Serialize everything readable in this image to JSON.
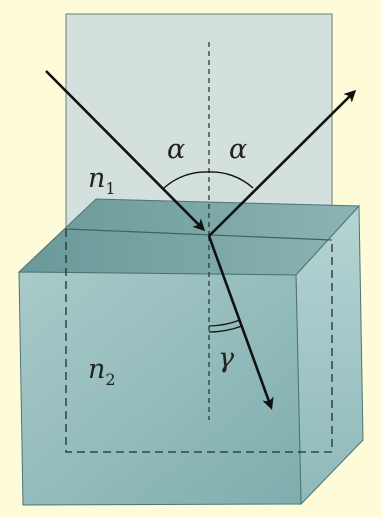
{
  "labels": {
    "medium1_symbol": "n",
    "medium1_index": "1",
    "medium2_symbol": "n",
    "medium2_index": "2",
    "angle_incidence": "α",
    "angle_reflection": "α",
    "angle_refraction": "γ"
  },
  "colors": {
    "background": "#fdfbd8",
    "plane": "#d3e0dd",
    "cube_top": "#6e9c9b",
    "cube_front": "#94bcbb",
    "cube_side": "#a5c8c8",
    "ray": "#111111"
  }
}
